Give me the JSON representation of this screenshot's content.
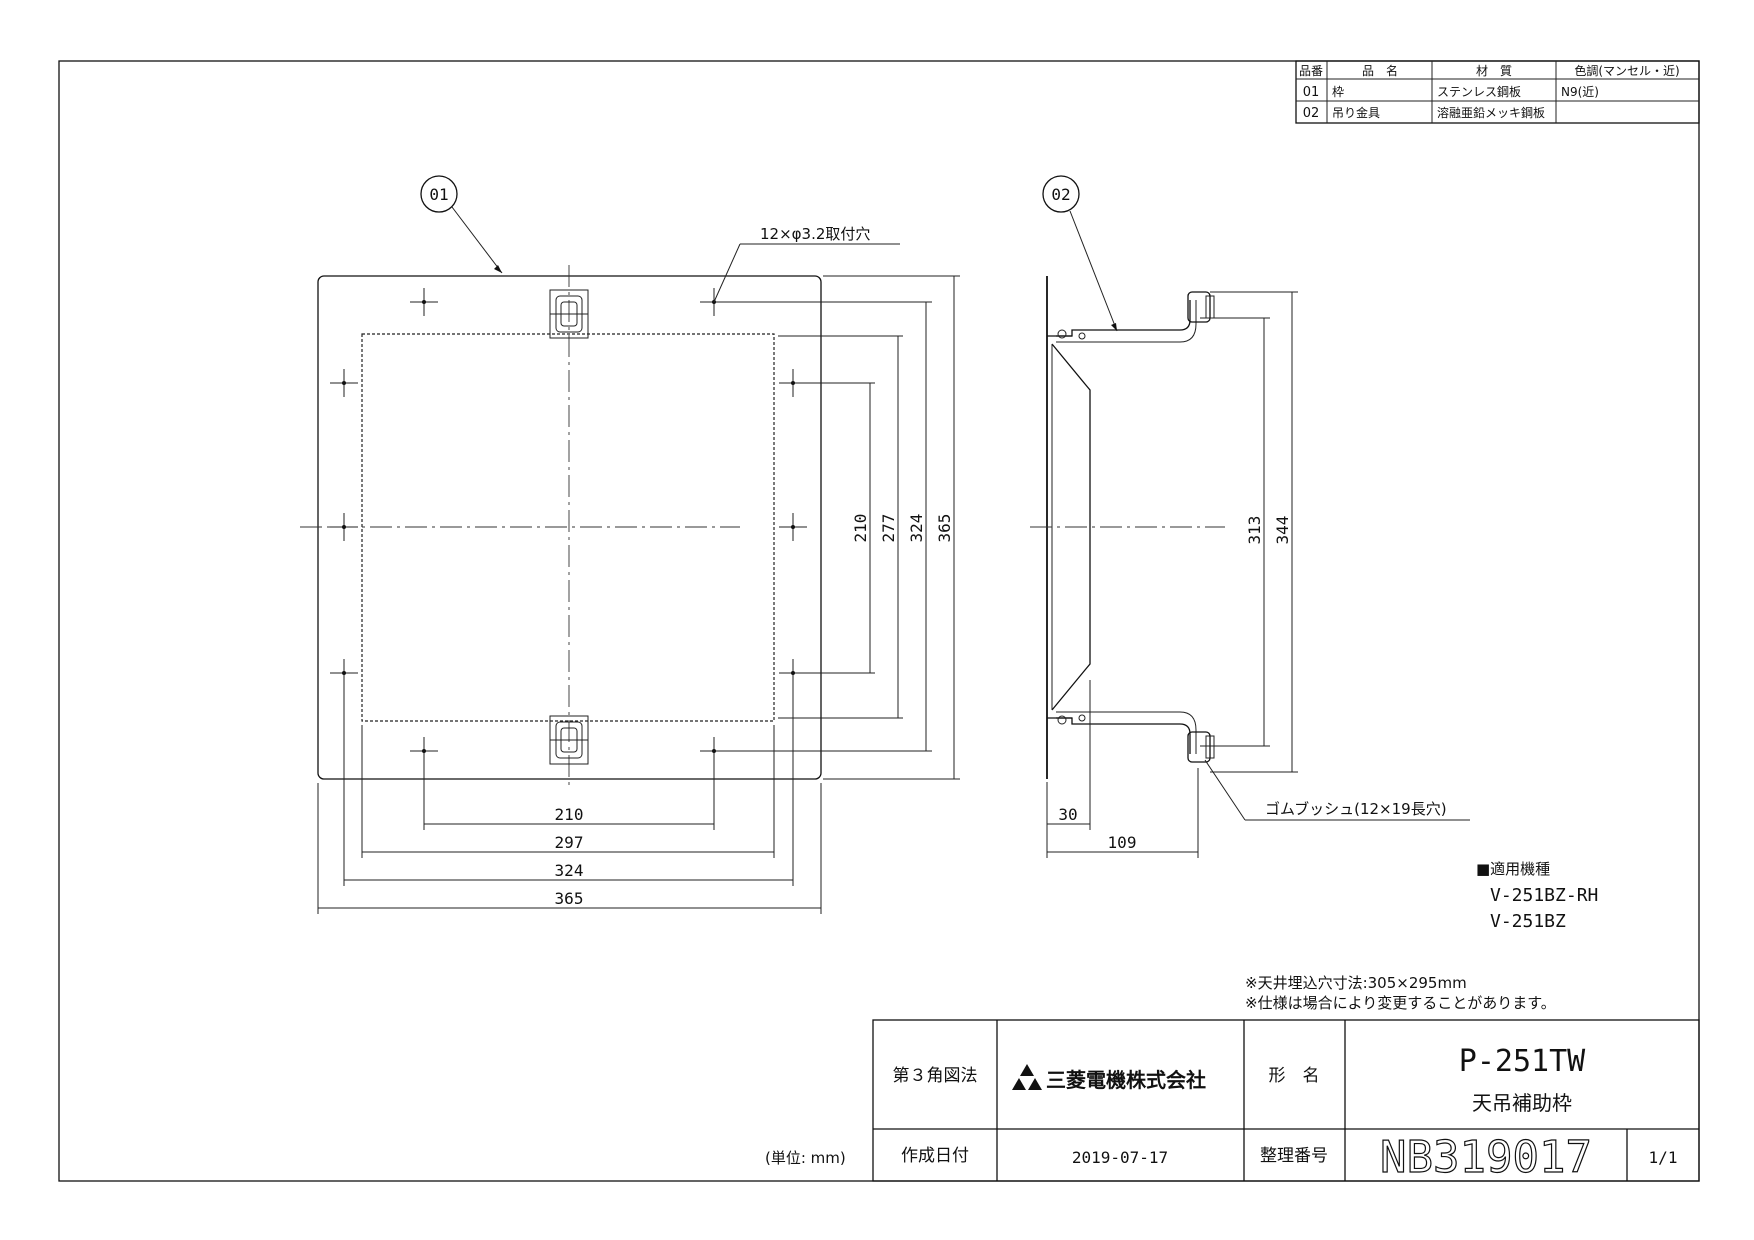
{
  "parts_table": {
    "headers": [
      "品番",
      "品　名",
      "材　質",
      "色調(マンセル・近)"
    ],
    "rows": [
      {
        "no": "01",
        "name": "枠",
        "material": "ステンレス鋼板",
        "color": "N9(近)"
      },
      {
        "no": "02",
        "name": "吊り金具",
        "material": "溶融亜鉛メッキ鋼板",
        "color": ""
      }
    ]
  },
  "balloons": {
    "part1": "01",
    "part2": "02"
  },
  "callouts": {
    "holes": "12×φ3.2取付穴",
    "grommet": "ゴムブッシュ(12×19長穴)"
  },
  "dimensions": {
    "front_h1": "210",
    "front_h2": "297",
    "front_h3": "324",
    "front_h4": "365",
    "front_v1": "210",
    "front_v2": "277",
    "front_v3": "324",
    "front_v4": "365",
    "side_v1": "313",
    "side_v2": "344",
    "side_h1": "30",
    "side_h2": "109"
  },
  "models": {
    "heading": "■適用機種",
    "items": [
      "V-251BZ-RH",
      "V-251BZ"
    ]
  },
  "notes": [
    "※天井埋込穴寸法:305×295mm",
    "※仕様は場合により変更することがあります。"
  ],
  "title_block": {
    "projection": "第３角図法",
    "company": "三菱電機株式会社",
    "model_label": "形　名",
    "model": "P-251TW",
    "product_name": "天吊補助枠",
    "date_label": "作成日付",
    "date": "2019-07-17",
    "number_label": "整理番号",
    "number": "NB319017",
    "sheet": "1/1",
    "unit": "(単位: mm)"
  }
}
